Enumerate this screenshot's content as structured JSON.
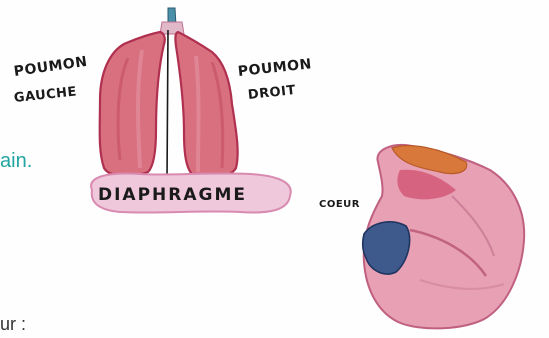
{
  "diagram": {
    "labels": {
      "poumon_gauche_line1": "POUMON",
      "poumon_gauche_line2": "GAUCHE",
      "poumon_droit_line1": "POUMON",
      "poumon_droit_line2": "DROIT",
      "diaphragme": "DIAPHRAGME",
      "coeur": "COEUR"
    },
    "colors": {
      "lung": "#d8707f",
      "lung_outline": "#b03050",
      "diaphragm": "#f0c8dc",
      "heart": "#e8a0b4",
      "heart_top": "#d8783a",
      "heart_chamber": "#3e5a8c",
      "trachea": "#4a90a8",
      "teal_text": "#20a5a0"
    }
  },
  "document": {
    "fragment_teal": "ain.",
    "fragment_bottom": "ur :"
  }
}
